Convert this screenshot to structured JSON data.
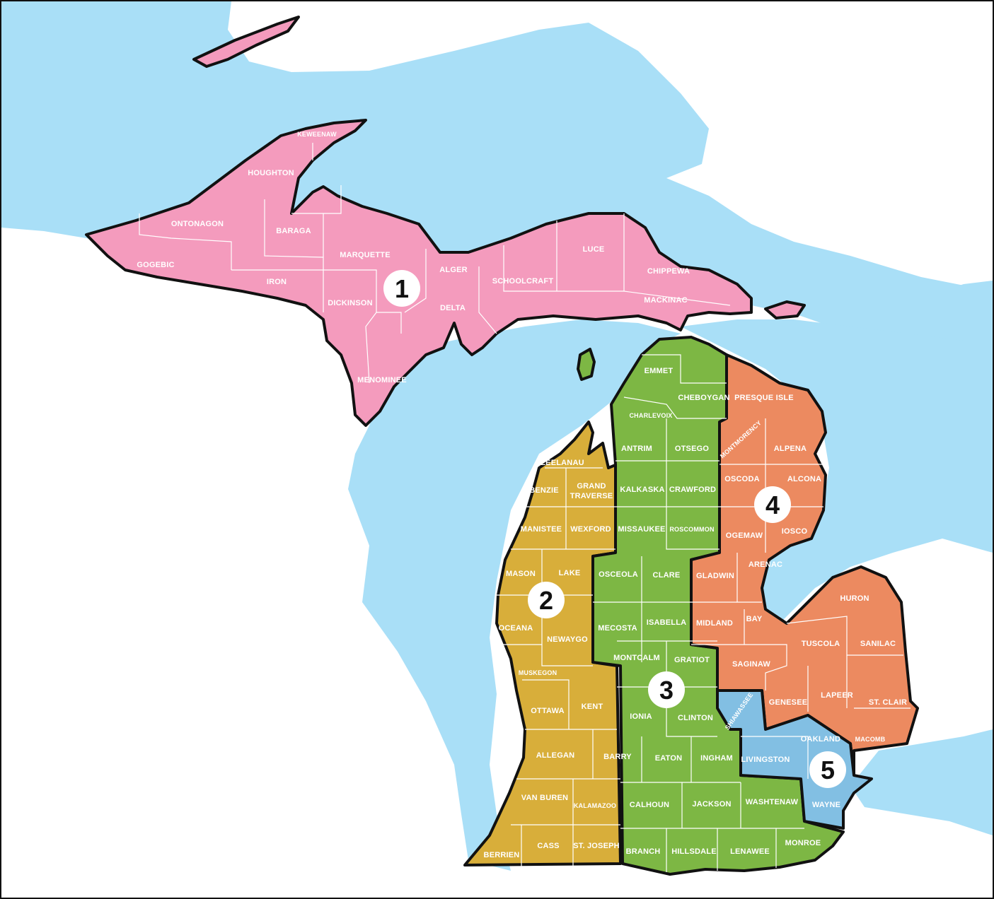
{
  "colors": {
    "water": "#a9dff7",
    "land": "#ffffff",
    "region1": "#f49bbd",
    "region2": "#d8ae3a",
    "region3": "#7db744",
    "region4": "#ec8a60",
    "region5": "#82bfe3",
    "border": "#111111",
    "county_line": "#ffffff"
  },
  "regions": [
    {
      "id": "1",
      "label": "1"
    },
    {
      "id": "2",
      "label": "2"
    },
    {
      "id": "3",
      "label": "3"
    },
    {
      "id": "4",
      "label": "4"
    },
    {
      "id": "5",
      "label": "5"
    }
  ],
  "counties": {
    "keweenaw": "KEWEENAW",
    "houghton": "HOUGHTON",
    "ontonagon": "ONTONAGON",
    "baraga": "BARAGA",
    "gogebic": "GOGEBIC",
    "iron": "IRON",
    "marquette": "MARQUETTE",
    "alger": "ALGER",
    "schoolcraft": "SCHOOLCRAFT",
    "luce": "LUCE",
    "chippewa": "CHIPPEWA",
    "mackinac": "MACKINAC",
    "dickinson": "DICKINSON",
    "delta": "DELTA",
    "menominee": "MENOMINEE",
    "leelanau": "LEELANAU",
    "benzie": "BENZIE",
    "grand_traverse_1": "GRAND",
    "grand_traverse_2": "TRAVERSE",
    "manistee": "MANISTEE",
    "wexford": "WEXFORD",
    "mason": "MASON",
    "lake": "LAKE",
    "oceana": "OCEANA",
    "newaygo": "NEWAYGO",
    "muskegon": "MUSKEGON",
    "ottawa": "OTTAWA",
    "kent": "KENT",
    "allegan": "ALLEGAN",
    "barry": "BARRY",
    "van_buren": "VAN BUREN",
    "kalamazoo": "KALAMAZOO",
    "berrien": "BERRIEN",
    "cass": "CASS",
    "st_joseph": "ST. JOSEPH",
    "emmet": "EMMET",
    "cheboygan": "CHEBOYGAN",
    "charlevoix": "CHARLEVOIX",
    "antrim": "ANTRIM",
    "otsego": "OTSEGO",
    "kalkaska": "KALKASKA",
    "crawford": "CRAWFORD",
    "missaukee": "MISSAUKEE",
    "roscommon": "ROSCOMMON",
    "osceola": "OSCEOLA",
    "clare": "CLARE",
    "mecosta": "MECOSTA",
    "isabella": "ISABELLA",
    "montcalm": "MONTCALM",
    "gratiot": "GRATIOT",
    "ionia": "IONIA",
    "clinton": "CLINTON",
    "eaton": "EATON",
    "ingham": "INGHAM",
    "calhoun": "CALHOUN",
    "jackson": "JACKSON",
    "washtenaw": "WASHTENAW",
    "branch": "BRANCH",
    "hillsdale": "HILLSDALE",
    "lenawee": "LENAWEE",
    "monroe": "MONROE",
    "presque_isle": "PRESQUE ISLE",
    "montmorency": "MONTMORENCY",
    "alpena": "ALPENA",
    "oscoda": "OSCODA",
    "alcona": "ALCONA",
    "ogemaw": "OGEMAW",
    "iosco": "IOSCO",
    "arenac": "ARENAC",
    "gladwin": "GLADWIN",
    "midland": "MIDLAND",
    "bay": "BAY",
    "huron": "HURON",
    "tuscola": "TUSCOLA",
    "sanilac": "SANILAC",
    "saginaw": "SAGINAW",
    "genesee": "GENESEE",
    "lapeer": "LAPEER",
    "st_clair": "ST. CLAIR",
    "macomb": "MACOMB",
    "shiawassee": "SHIAWASSEE",
    "oakland": "OAKLAND",
    "livingston": "LIVINGSTON",
    "wayne": "WAYNE"
  }
}
